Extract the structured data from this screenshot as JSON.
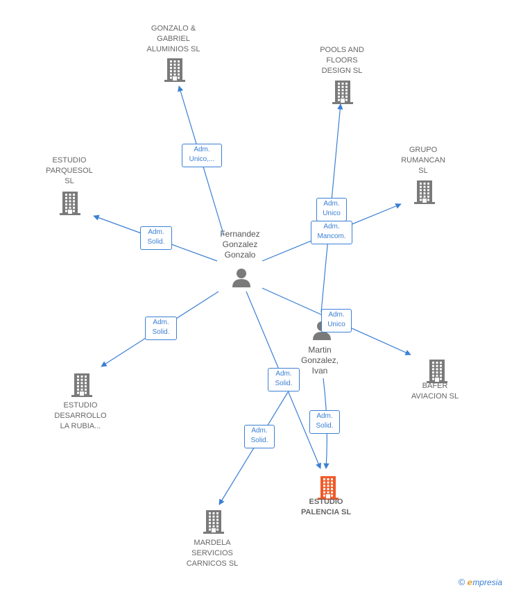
{
  "people": [
    {
      "id": "p1",
      "label": "Fernandez\nGonzalez\nGonzalo"
    },
    {
      "id": "p2",
      "label": "Martin\nGonzalez,\nIvan"
    }
  ],
  "companies": [
    {
      "id": "c1",
      "label": "GONZALO &\nGABRIEL\nALUMINIOS SL"
    },
    {
      "id": "c2",
      "label": "POOLS AND\nFLOORS\nDESIGN SL"
    },
    {
      "id": "c3",
      "label": "ESTUDIO\nPARQUESOL\nSL"
    },
    {
      "id": "c4",
      "label": "GRUPO\nRUMANCAN\nSL"
    },
    {
      "id": "c5",
      "label": "BAFER\nAVIACION SL"
    },
    {
      "id": "c6",
      "label": "ESTUDIO\nDESARROLLO\nLA RUBIA..."
    },
    {
      "id": "c7",
      "label": "ESTUDIO\nPALENCIA SL"
    },
    {
      "id": "c8",
      "label": "MARDELA\nSERVICIOS\nCARNICOS SL"
    }
  ],
  "edges": [
    {
      "id": "e1",
      "label": "Adm.\nUnico,..."
    },
    {
      "id": "e2",
      "label": "Adm.\nSolid."
    },
    {
      "id": "e3",
      "label": "Adm.\nSolid."
    },
    {
      "id": "e4",
      "label": "Adm.\nMancom."
    },
    {
      "id": "e5",
      "label": "Adm.\nUnico"
    },
    {
      "id": "e6",
      "label": "Adm.\nSolid."
    },
    {
      "id": "e7",
      "label": "Adm.\nSolid."
    },
    {
      "id": "e8",
      "label": "Adm.\nUnico"
    },
    {
      "id": "e9",
      "label": "Adm.\nSolid."
    }
  ],
  "colors": {
    "edge": "#3a7fd4",
    "building": "#7a7a7a",
    "building_focus": "#f05a28",
    "person": "#7a7a7a"
  },
  "footer": {
    "copyright": "©",
    "brand_first": "e",
    "brand_rest": "mpresia"
  }
}
